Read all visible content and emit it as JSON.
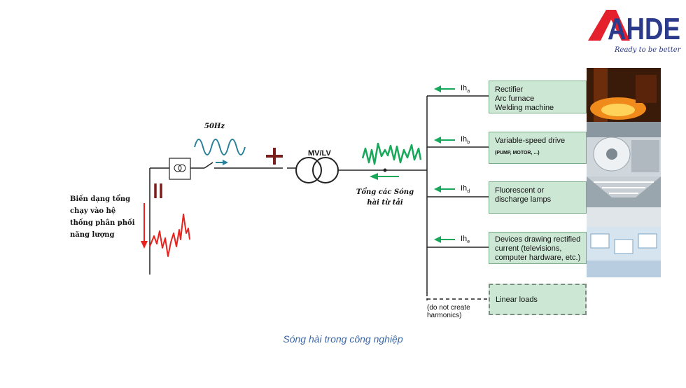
{
  "logo": {
    "text": "AHDE",
    "tagline": "Ready to be better"
  },
  "source": {
    "text": "Biến dạng tổng chạy vào hệ thống phân phối năng lượng"
  },
  "frequency_label": "50Hz",
  "transformer_label": "MV/LV",
  "sum_label": "Tổng các Sóng hài từ tải",
  "branches": [
    {
      "ih_label": "Ih",
      "ih_sub": "a",
      "lines": [
        "Rectifier",
        "Arc furnace",
        "Welding machine"
      ],
      "sub": ""
    },
    {
      "ih_label": "Ih",
      "ih_sub": "b",
      "lines": [
        "Variable-speed drive"
      ],
      "sub": "(PUMP, MOTOR, ...)"
    },
    {
      "ih_label": "Ih",
      "ih_sub": "d",
      "lines": [
        "Fluorescent or",
        "discharge lamps"
      ],
      "sub": ""
    },
    {
      "ih_label": "Ih",
      "ih_sub": "e",
      "lines": [
        "Devices drawing rectified",
        "current (televisions,",
        "computer hardware, etc.)"
      ],
      "sub": ""
    }
  ],
  "linear_load": {
    "label": "Linear loads",
    "note_line1": "(do not create",
    "note_line2": "harmonics)"
  },
  "caption": "Sóng hài trong công nghiệp",
  "colors": {
    "harmonic_red": "#e8231f",
    "harmonic_green": "#17a85a",
    "fundamental_teal": "#2a7f9a",
    "plus_minus": "#7a1d1d",
    "box_fill": "#cde7d5",
    "logo_red": "#e3202b",
    "logo_blue": "#2b3a8a",
    "caption": "#3a66a8"
  }
}
